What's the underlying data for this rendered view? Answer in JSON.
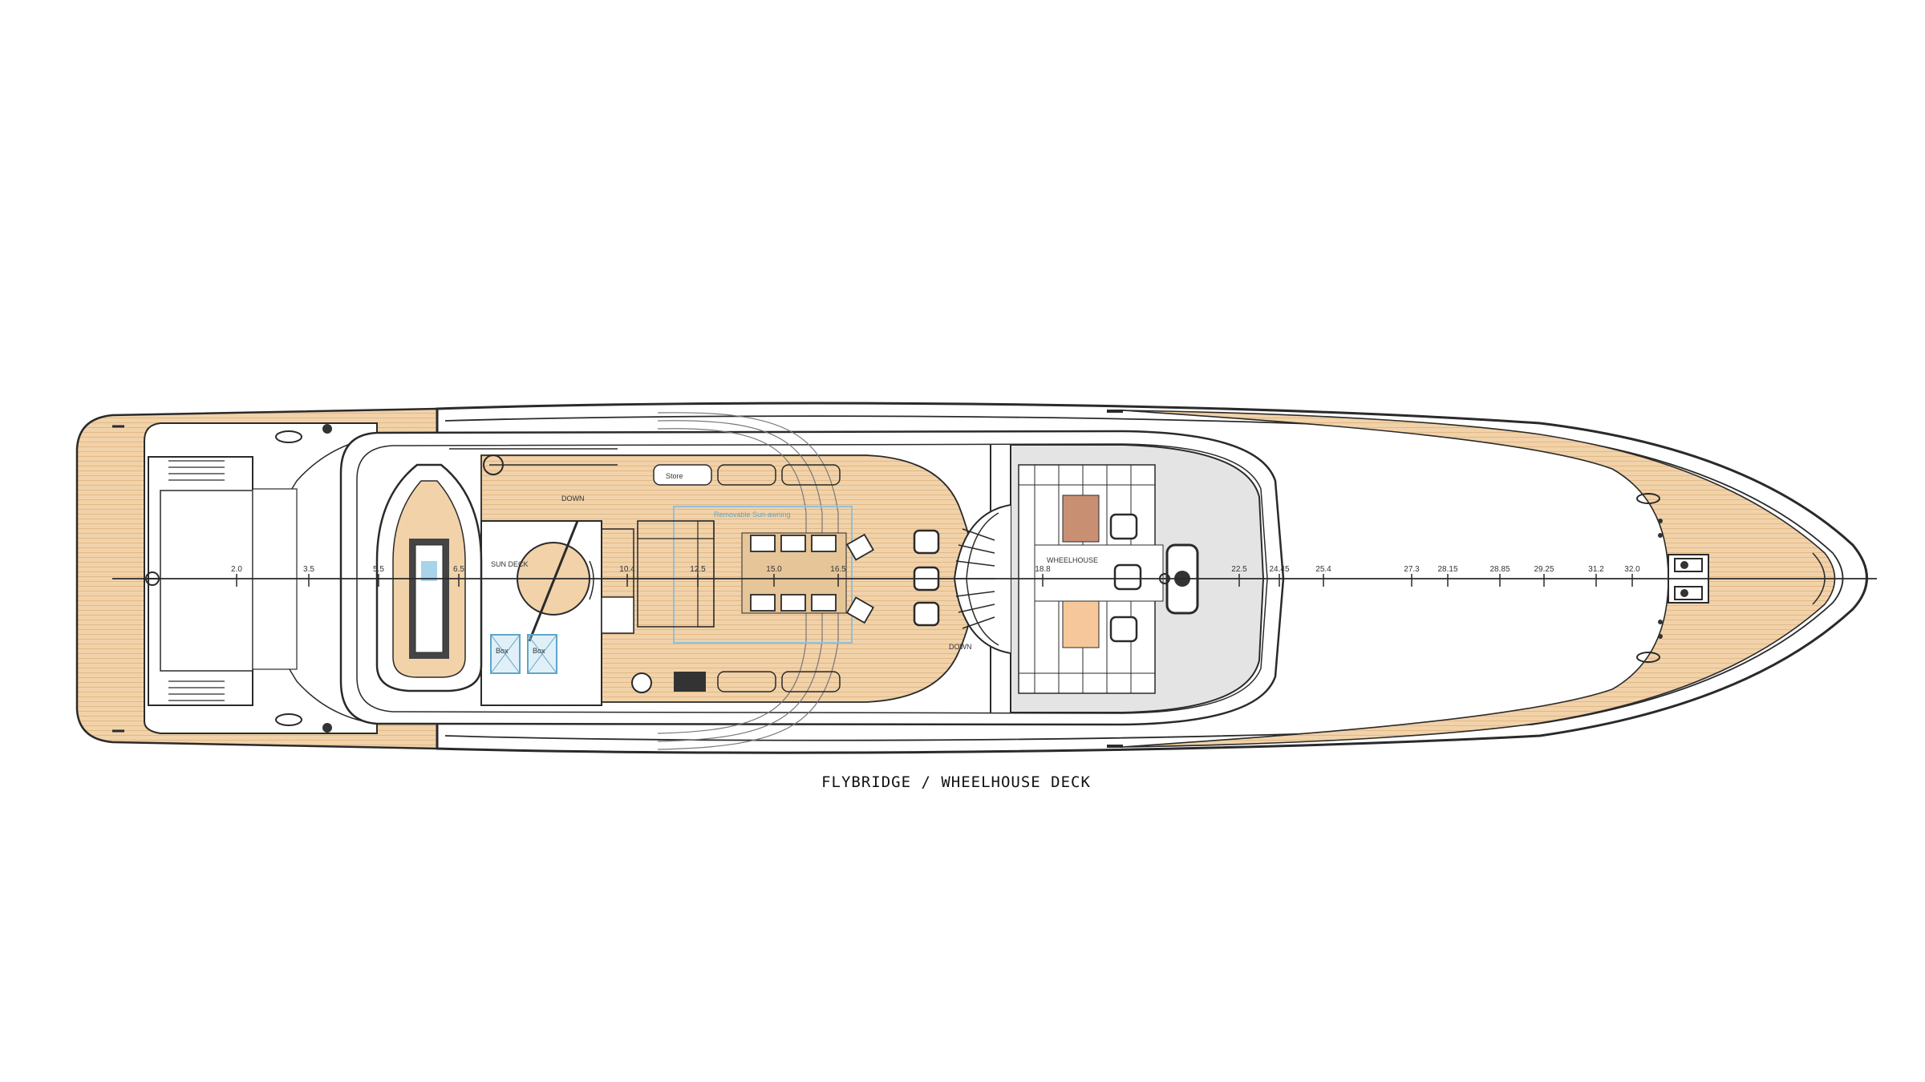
{
  "drawing": {
    "caption": "FLYBRIDGE / WHEELHOUSE DECK",
    "labels": {
      "sun_deck": "SUN DECK",
      "down_aft": "DOWN",
      "down_fwd": "DOWN",
      "wheelhouse": "WHEELHOUSE",
      "store": "Store",
      "removable": "Removable Sun-awning",
      "box_a": "Box",
      "box_b": "Box"
    },
    "stations": [
      "2.0",
      "3.5",
      "5.5",
      "6.5",
      "10.4",
      "12.5",
      "15.0",
      "16.5",
      "18.8",
      "22.5",
      "24.45",
      "25.4",
      "27.3",
      "28.15",
      "28.85",
      "29.25",
      "31.2",
      "32.0"
    ],
    "colors": {
      "teak": "#F1D2A9",
      "teak_line": "#E2B988",
      "outline": "#2A2A2A",
      "glass": "#A8D4EA",
      "grey_deck": "#E4E4E4",
      "brown_pad": "#C98F73",
      "orange_pad": "#F6C79A"
    }
  }
}
